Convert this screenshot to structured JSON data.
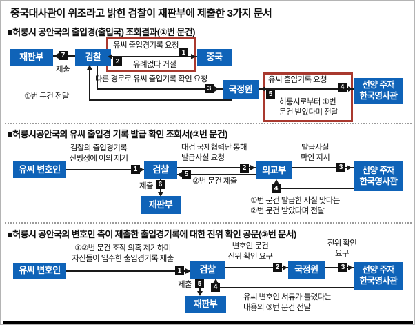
{
  "title": "중국대사관이 위조라고 밝힌 검찰이 재판부에 제출한 3가지 문서",
  "colors": {
    "node_blue": "#0f63b8",
    "highlight_red": "#a9392f",
    "badge_black": "#111111"
  },
  "s1": {
    "header": "■허룽시 공안국의 출입경(출입국) 조회결과(①번 문건)",
    "court": "재판부",
    "prosecution": "검찰",
    "china": "중국",
    "nis": "국정원",
    "consulate1": "선양 주재",
    "consulate2": "한국영사관",
    "n1": "1",
    "n2": "2",
    "n3": "3",
    "n4": "4",
    "n5": "5",
    "n7": "7",
    "f1": "유씨 출입경기록 요청",
    "f2": "유례없다 거절",
    "f3": "다른 경로로 유씨 출입기록 확인 요청",
    "f4": "유씨 출입기록 요청",
    "f5a": "허룽시로부터 ①번",
    "f5b": "문건 받았다며 전달",
    "submit": "제출",
    "return_label": "①번 문건 전달"
  },
  "s2": {
    "header": "■허룽시공안국의 유씨 출입경 기록 발급 확인 조회서(②번 문건)",
    "lawyer": "유씨 변호인",
    "prosecution": "검찰",
    "mofa": "외교부",
    "court": "재판부",
    "consulate1": "선양 주재",
    "consulate2": "한국영사관",
    "n1": "1",
    "n2": "2",
    "n3": "3",
    "n4": "4",
    "n5": "5",
    "n6": "6",
    "f1a": "검찰의 출입경기록",
    "f1b": "신빙성에 이의 제기",
    "f2a": "대검 국제협력단 통해",
    "f2b": "발급사실 요청",
    "f3a": "발급사실",
    "f3b": "확인 지시",
    "f4a": "①번 문건 발급한 사실 맞다는",
    "f4b": "②번 문건 받았다며 전달",
    "f5": "②번 문건 제출",
    "submit": "제출"
  },
  "s3": {
    "header": "■허룽시 공안국의 변호인 측이 제출한 출입경기록에 대한 진위 확인 공문(③번 문서)",
    "lawyer": "유씨 변호인",
    "prosecution": "검찰",
    "nis": "국정원",
    "court": "재판부",
    "consulate1": "선양 주재",
    "consulate2": "한국영사관",
    "n1": "1",
    "n2": "2",
    "n3": "3",
    "n4": "4",
    "n5": "5",
    "f1a": "①②번 문건 조작 의혹 제기하며",
    "f1b": "자신들이 입수한 출입경기록 제출",
    "f2a": "변호인 문건",
    "f2b": "진위 확인 요구",
    "f3a": "진위 확인",
    "f3b": "요구",
    "f4a": "유씨 변호인 서류가 틀렸다는",
    "f4b": "내용의 ③번 문건 전달",
    "submit": "제출"
  }
}
